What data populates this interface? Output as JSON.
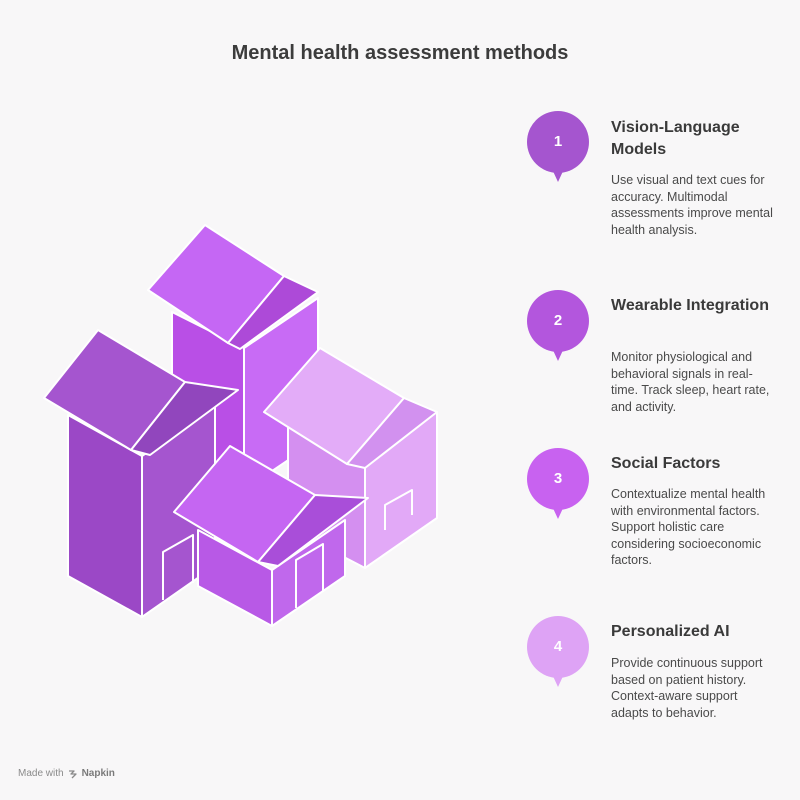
{
  "title": "Mental health assessment methods",
  "steps": [
    {
      "number": "1",
      "title": "Vision-Language Models",
      "description": "Use visual and text cues for accuracy. Multimodal assessments improve mental health analysis.",
      "color": "#a555cf"
    },
    {
      "number": "2",
      "title": "Wearable Integration",
      "description": "Monitor physiological and behavioral signals in real-time. Track sleep, heart rate, and activity.",
      "color": "#b356dd"
    },
    {
      "number": "3",
      "title": "Social Factors",
      "description": "Contextualize mental health with environmental factors. Support holistic care considering socioeconomic factors.",
      "color": "#c862f0"
    },
    {
      "number": "4",
      "title": "Personalized AI",
      "description": "Provide continuous support based on patient history. Context-aware support adapts to behavior.",
      "color": "#dea3f5"
    }
  ],
  "footer": {
    "made_with": "Made with",
    "brand": "Napkin"
  },
  "colors": {
    "house_dark": "#a555cf",
    "house_mid": "#c46af2",
    "house_light": "#e1a6f7",
    "house_front": "#b859e6"
  }
}
